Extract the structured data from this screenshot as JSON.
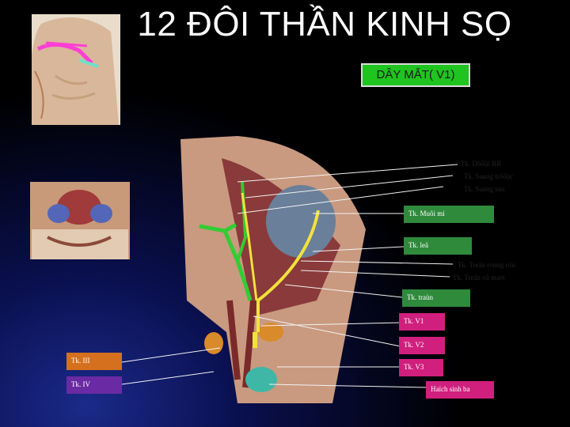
{
  "title": "12 ĐÔI THẦN KINH SỌ",
  "subtitle": "DÂY MẮT( V1)",
  "labels": {
    "l1": "Tk. Döôùi RR",
    "l2": "Tk. Saøng tröôùc",
    "l3": "Tk. Saøng sau",
    "l4": "Tk. Muõi mi",
    "l5": "Tk. leä",
    "l6": "Tk. Treân roøng roïc",
    "l7": "Tk. Treân oå maét",
    "l8": "Tk. traùn",
    "l9": "Tk. V1",
    "l10": "Tk. V2",
    "l11": "Tk. V3",
    "l12": "Haïch sinh ba",
    "l13": "Tk. III",
    "l14": "Tk. IV"
  },
  "colors": {
    "nerve_green": "#33cc33",
    "nerve_yellow": "#f2e23c",
    "box_green": "#2f8a3c",
    "box_pink": "#d11f7e",
    "box_orange": "#d4701e",
    "box_purple": "#6a2aa3"
  }
}
